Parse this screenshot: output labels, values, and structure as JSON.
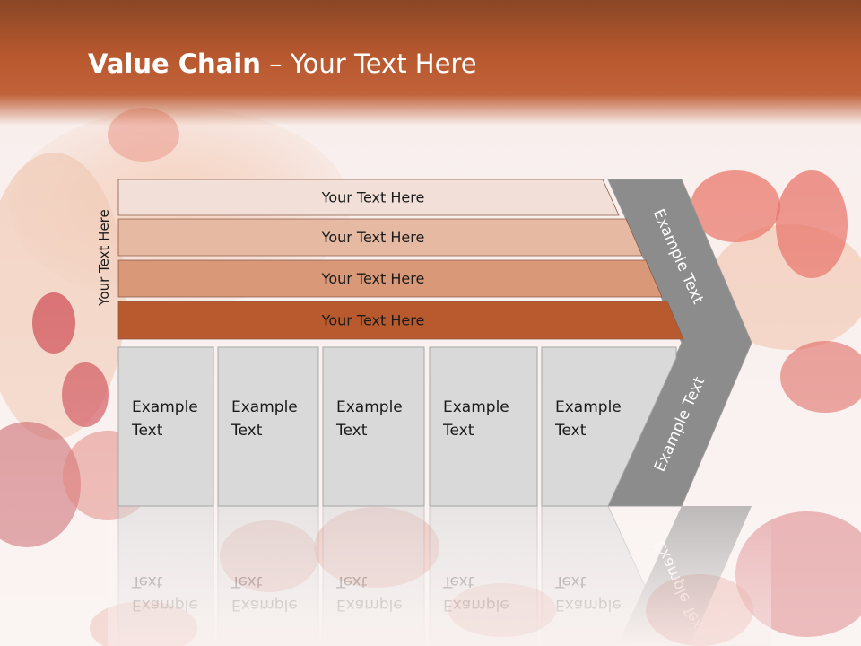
{
  "title": {
    "bold": "Value Chain",
    "rest": " – Your Text Here"
  },
  "side_label": "Your Text Here",
  "rows": [
    {
      "label": "Your Text Here",
      "color": "#f2e0d8"
    },
    {
      "label": "Your Text Here",
      "color": "#e6b9a3"
    },
    {
      "label": "Your Text Here",
      "color": "#d99878"
    },
    {
      "label": "Your Text Here",
      "color": "#b95a2e"
    }
  ],
  "boxes": [
    {
      "line1": "Example",
      "line2": "Text"
    },
    {
      "line1": "Example",
      "line2": "Text"
    },
    {
      "line1": "Example",
      "line2": "Text"
    },
    {
      "line1": "Example",
      "line2": "Text"
    },
    {
      "line1": "Example",
      "line2": "Text"
    }
  ],
  "chevron": {
    "top_label": "Example Text",
    "bottom_label": "Example Text",
    "color": "#8c8c8c"
  }
}
